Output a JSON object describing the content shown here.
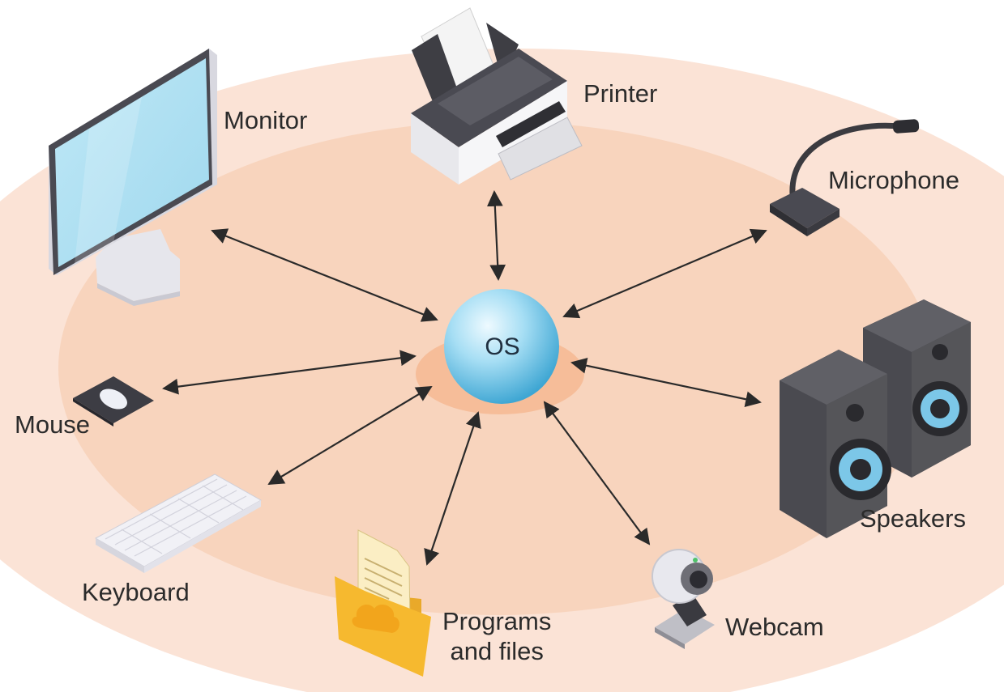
{
  "center": {
    "label": "OS"
  },
  "devices": [
    {
      "id": "monitor",
      "label": "Monitor"
    },
    {
      "id": "printer",
      "label": "Printer"
    },
    {
      "id": "microphone",
      "label": "Microphone"
    },
    {
      "id": "mouse",
      "label": "Mouse"
    },
    {
      "id": "speakers",
      "label": "Speakers"
    },
    {
      "id": "keyboard",
      "label": "Keyboard"
    },
    {
      "id": "programs",
      "label": "Programs\nand files"
    },
    {
      "id": "webcam",
      "label": "Webcam"
    }
  ],
  "colors": {
    "outer_ring": "#fbe3d6",
    "inner_disc": "#f8d4bd",
    "os_glow": "#f6b893",
    "os_sphere": "#6cc4e8",
    "arrows": "#2a2a2a"
  }
}
